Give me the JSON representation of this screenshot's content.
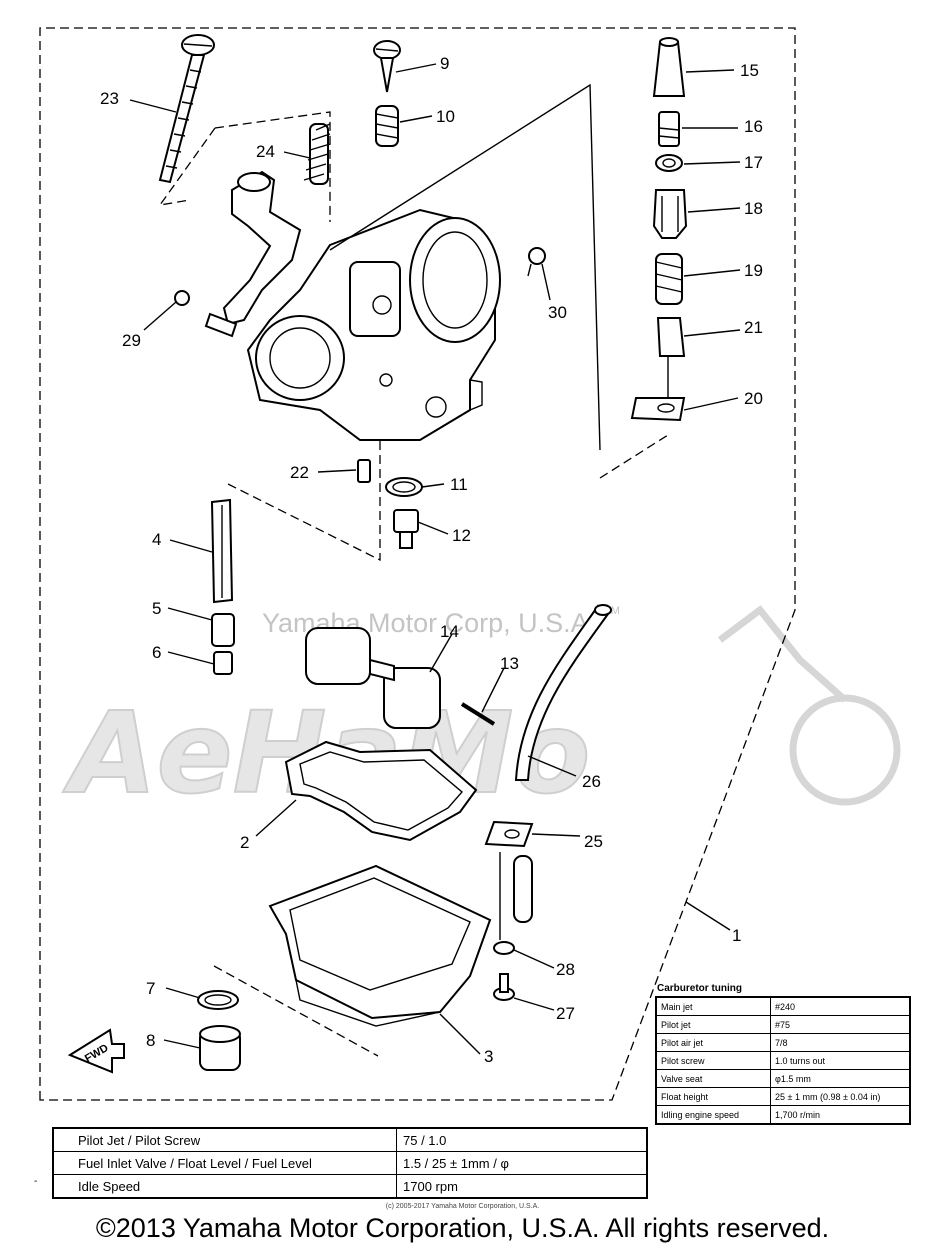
{
  "watermark": {
    "text": "Yamaha Motor Corp, U.S.A.",
    "trademark": "TM",
    "logo": "AeHaMo"
  },
  "callouts": [
    "1",
    "2",
    "3",
    "4",
    "5",
    "6",
    "7",
    "8",
    "9",
    "10",
    "11",
    "12",
    "13",
    "14",
    "15",
    "16",
    "17",
    "18",
    "19",
    "20",
    "21",
    "22",
    "23",
    "24",
    "25",
    "26",
    "27",
    "28",
    "29",
    "30"
  ],
  "icons": [
    "fwd-arrow-icon"
  ],
  "fwd_label": "FWD",
  "tuning": {
    "title": "Carburetor tuning",
    "rows": [
      {
        "label": "Main jet",
        "value": "#240"
      },
      {
        "label": "Pilot jet",
        "value": "#75"
      },
      {
        "label": "Pilot air jet",
        "value": "7/8"
      },
      {
        "label": "Pilot screw",
        "value": "1.0 turns out"
      },
      {
        "label": "Valve seat",
        "value": "φ1.5 mm"
      },
      {
        "label": "Float height",
        "value": "25 ± 1 mm (0.98 ± 0.04 in)"
      },
      {
        "label": "Idling engine speed",
        "value": "1,700 r/min"
      }
    ]
  },
  "spec": {
    "rows": [
      {
        "label": "Pilot Jet / Pilot Screw",
        "value": "75 / 1.0"
      },
      {
        "label": "Fuel Inlet Valve / Float Level / Fuel Level",
        "value": "1.5 / 25 ± 1mm / φ"
      },
      {
        "label": "Idle Speed",
        "value": "1700 rpm"
      }
    ]
  },
  "stray_mark": "-",
  "small_copyright": "(c) 2005-2017 Yamaha Motor Corporation, U.S.A.",
  "copyright": "©2013 Yamaha Motor Corporation, U.S.A. All rights reserved."
}
